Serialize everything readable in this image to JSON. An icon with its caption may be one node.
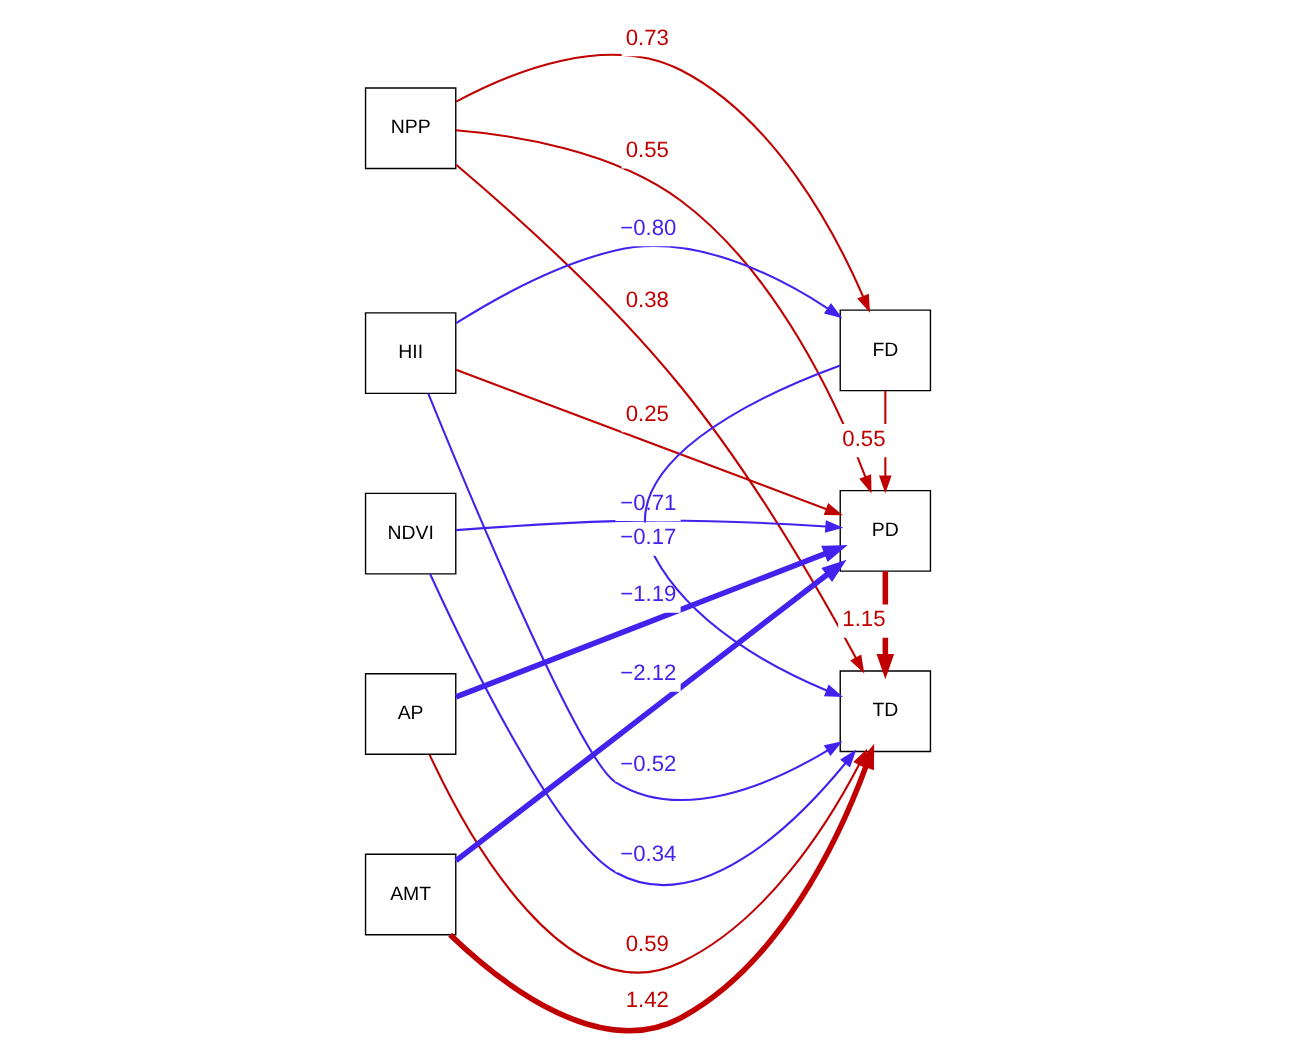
{
  "diagram": {
    "nodes": [
      {
        "text": [
          "NPP"
        ]
      },
      {
        "text": [
          "HII"
        ]
      },
      {
        "text": [
          "NDVI"
        ]
      },
      {
        "text": [
          "AP"
        ]
      },
      {
        "text": [
          "AMT"
        ]
      },
      {
        "text": [
          "FD"
        ]
      },
      {
        "text": [
          "PD"
        ]
      },
      {
        "text": [
          "TD"
        ]
      }
    ],
    "edges": [
      {
        "from": 0,
        "to": 5,
        "arrow": "to",
        "label": "0.73"
      },
      {
        "from": 1,
        "to": 5,
        "arrow": "to",
        "label": "−0.80",
        "color": "#4422ee"
      },
      {
        "from": 0,
        "to": 6,
        "arrow": "to",
        "label": "0.55"
      },
      {
        "from": 1,
        "to": 6,
        "arrow": "to",
        "label": "0.25"
      },
      {
        "from": 0,
        "to": 7,
        "arrow": "to",
        "label": "0.38"
      },
      {
        "from": 1,
        "to": 7,
        "arrow": "to",
        "label": "−0.52",
        "color": "#4422ee"
      },
      {
        "from": 2,
        "to": 6,
        "arrow": "to",
        "label": "−0.71",
        "color": "#4422ee"
      },
      {
        "from": 2,
        "to": 7,
        "arrow": "to",
        "label": "−0.34",
        "color": "#4422ee"
      },
      {
        "from": 3,
        "to": 6,
        "arrow": "to",
        "label": "−1.19",
        "color": "#4422ee",
        "style": "thick"
      },
      {
        "from": 3,
        "to": 7,
        "arrow": "to",
        "label": "0.59"
      },
      {
        "from": 4,
        "to": 6,
        "arrow": "to",
        "label": "−2.12",
        "color": "#4422ee",
        "style": "thick"
      },
      {
        "from": 4,
        "to": 7,
        "arrow": "to",
        "label": "1.42",
        "style": "thick"
      },
      {
        "from": 5,
        "to": 6,
        "arrow": "to",
        "label": "0.55"
      },
      {
        "from": 5,
        "to": 7,
        "arrow": "to",
        "label": "−0.17",
        "color": "#4422ee"
      },
      {
        "from": 6,
        "to": 7,
        "arrow": "to",
        "label": "1.15",
        "style": "thick"
      }
    ]
  }
}
